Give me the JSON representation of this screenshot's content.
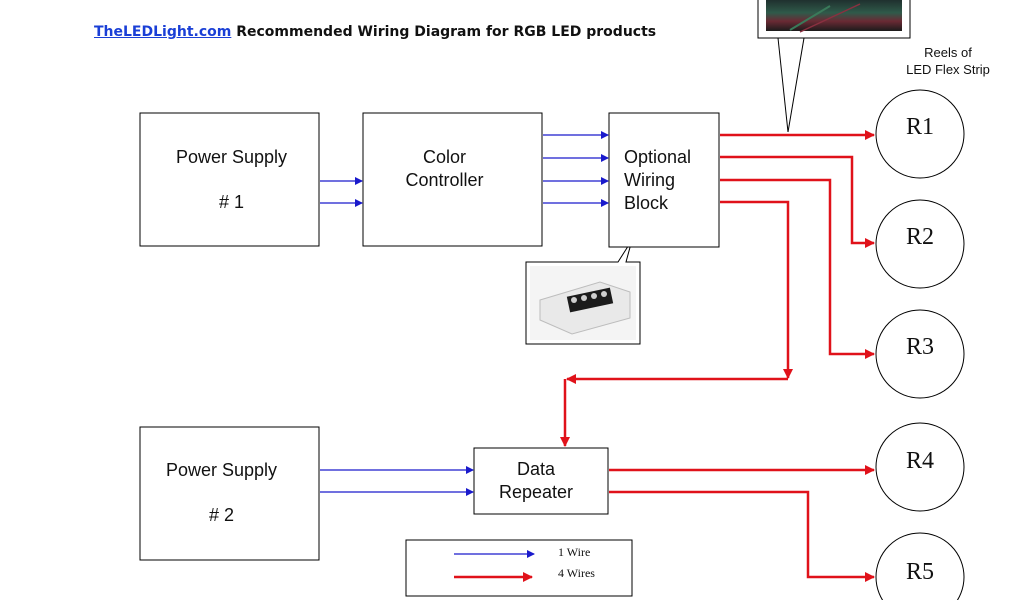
{
  "header": {
    "site_link": "TheLEDLight.com",
    "title": "Recommended Wiring Diagram for RGB LED products"
  },
  "reels_label": {
    "line1": "Reels of",
    "line2": "LED Flex Strip"
  },
  "nodes": {
    "power_supply_1": {
      "line1": "Power Supply",
      "line2": "# 1"
    },
    "color_controller": {
      "line1": "Color",
      "line2": "Controller"
    },
    "wiring_block": {
      "line1": "Optional",
      "line2": "Wiring",
      "line3": "Block"
    },
    "power_supply_2": {
      "line1": "Power Supply",
      "line2": "# 2"
    },
    "data_repeater": {
      "line1": "Data",
      "line2": "Repeater"
    }
  },
  "reels": [
    "R1",
    "R2",
    "R3",
    "R4",
    "R5"
  ],
  "legend": {
    "one_wire": "1 Wire",
    "four_wires": "4 Wires"
  },
  "colors": {
    "one_wire": "#1a1acc",
    "four_wires": "#e0121a"
  }
}
